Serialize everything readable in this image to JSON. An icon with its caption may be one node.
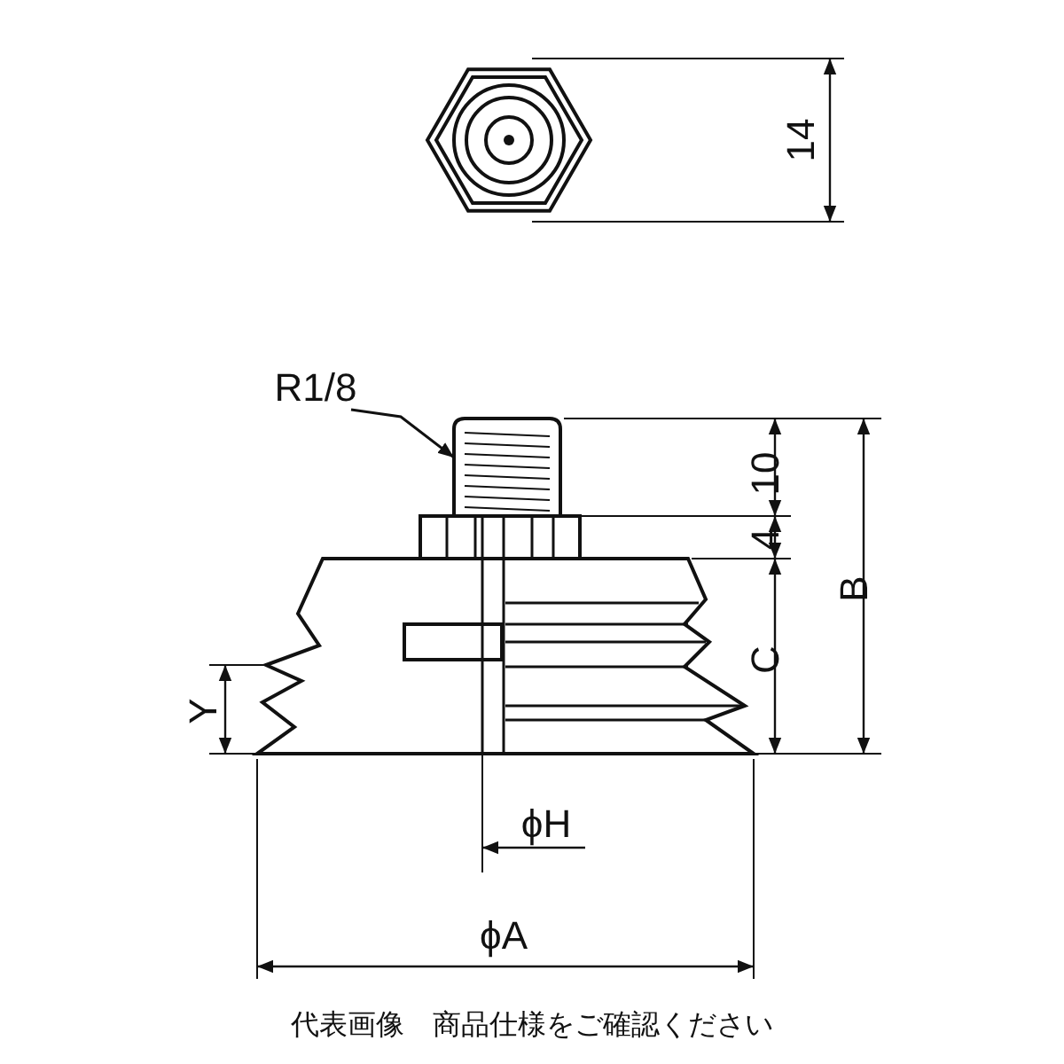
{
  "diagram": {
    "caption": "代表画像　商品仕様をご確認ください",
    "nodes": [
      {
        "text": [
          "R1/8"
        ]
      },
      {
        "text": [],
        "shape": "box"
      }
    ],
    "edges": [
      {
        "from": 0,
        "to": 1,
        "arrow": "to"
      }
    ],
    "labels": [
      "14",
      "10",
      "4",
      "C",
      "B",
      "Y",
      "ϕH",
      "ϕA"
    ]
  }
}
